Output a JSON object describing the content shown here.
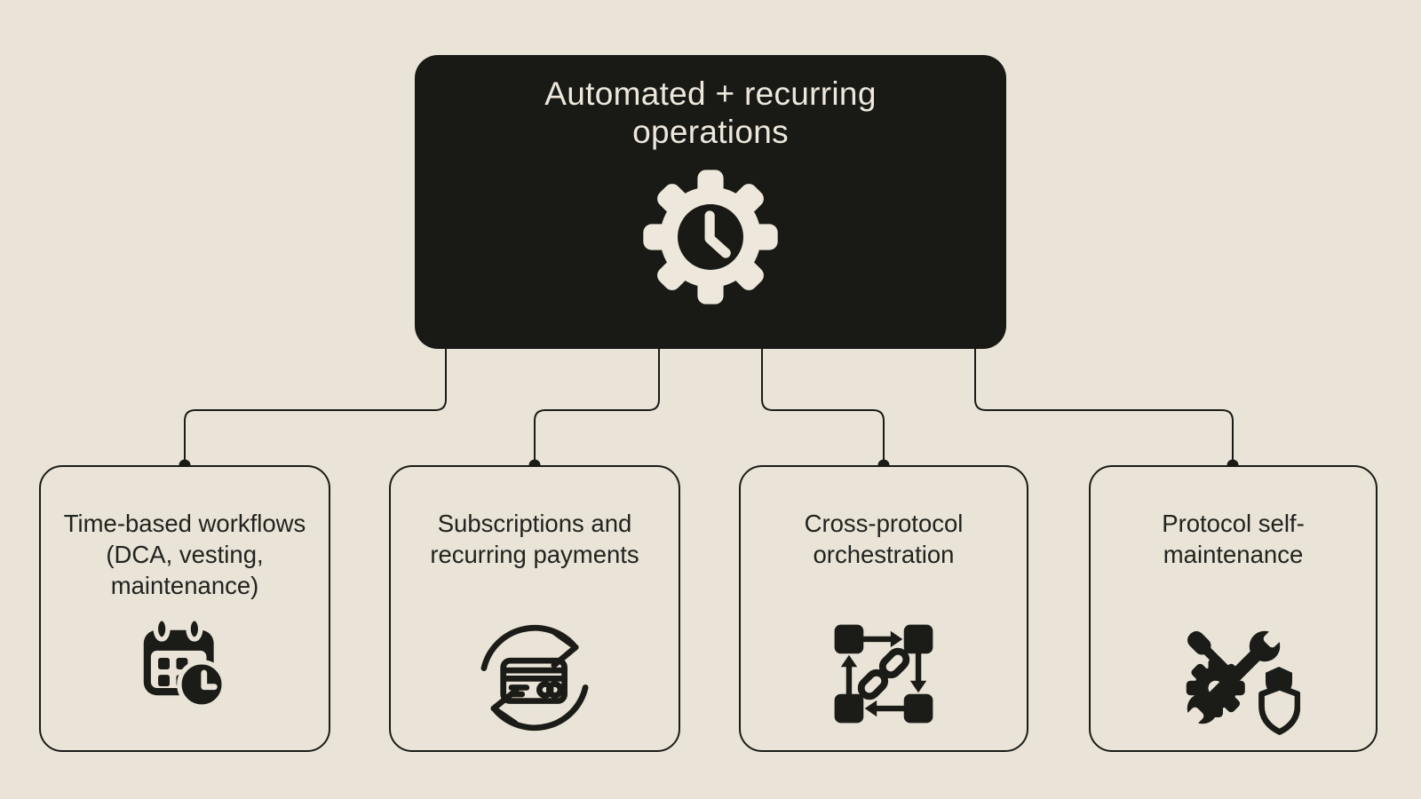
{
  "colors": {
    "background": "#E9E4D7",
    "ink": "#1B1B17",
    "panel": "#191916",
    "cream": "#EDE8DB",
    "text": "#22221F"
  },
  "root": {
    "title": "Automated + recurring operations",
    "icon": "gear-clock-icon"
  },
  "children": [
    {
      "title": "Time-based workflows (DCA, vesting, maintenance)",
      "icon": "calendar-clock-icon"
    },
    {
      "title": "Subscriptions and recurring payments",
      "icon": "card-refresh-icon"
    },
    {
      "title": "Cross-protocol orchestration",
      "icon": "cross-protocol-icon"
    },
    {
      "title": "Protocol self-maintenance",
      "icon": "wrench-gear-shield-icon"
    }
  ],
  "connections": [
    {
      "from": "Automated + recurring operations",
      "to": "Time-based workflows (DCA, vesting, maintenance)"
    },
    {
      "from": "Automated + recurring operations",
      "to": "Subscriptions and recurring payments"
    },
    {
      "from": "Automated + recurring operations",
      "to": "Cross-protocol orchestration"
    },
    {
      "from": "Automated + recurring operations",
      "to": "Protocol self-maintenance"
    }
  ]
}
